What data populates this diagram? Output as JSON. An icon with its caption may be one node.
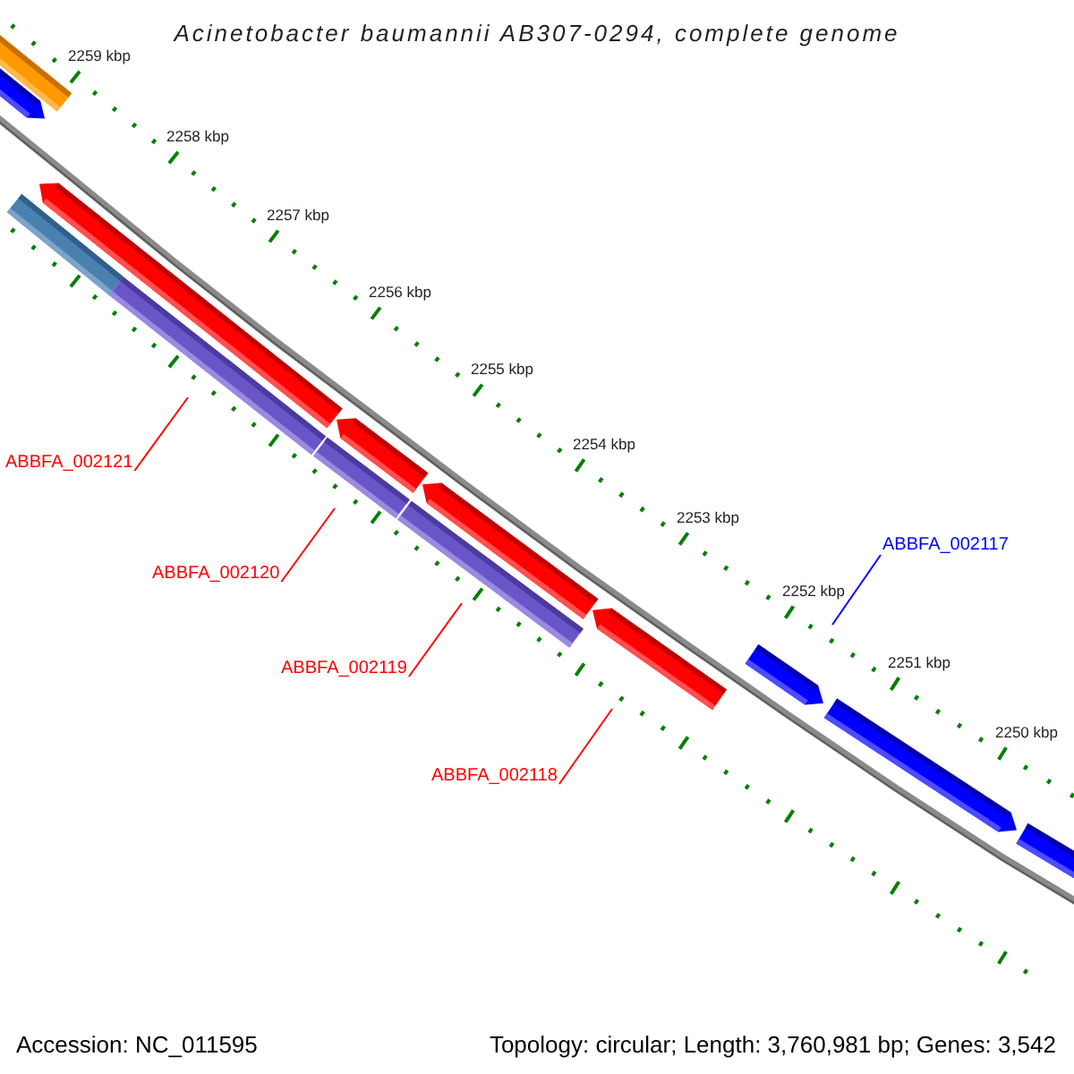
{
  "diagram": {
    "title": "Acinetobacter baumannii AB307-0294, complete genome",
    "nodes": [
      {
        "text": [
          "ABBFA_002121"
        ]
      },
      {
        "text": [
          "ABBFA_002120"
        ]
      },
      {
        "text": [
          "ABBFA_002119"
        ]
      },
      {
        "text": [
          "ABBFA_002118"
        ]
      },
      {
        "text": [
          "ABBFA_002117"
        ]
      }
    ],
    "edges": [
      {
        "from": 0,
        "to": null,
        "arrow": "none"
      },
      {
        "from": 1,
        "to": null,
        "arrow": "none"
      },
      {
        "from": 2,
        "to": null,
        "arrow": "none"
      },
      {
        "from": 3,
        "to": null,
        "arrow": "none"
      },
      {
        "from": 4,
        "to": null,
        "arrow": "none",
        "color": "#0000ff"
      }
    ],
    "labels": [
      "2259 kbp",
      "2258 kbp",
      "2257 kbp",
      "2256 kbp",
      "2255 kbp",
      "2254 kbp",
      "2253 kbp",
      "2252 kbp",
      "2251 kbp",
      "2250 kbp",
      "Accession: NC_011595",
      "Topology: circular; Length: 3,760,981 bp; Genes: 3,542"
    ]
  }
}
